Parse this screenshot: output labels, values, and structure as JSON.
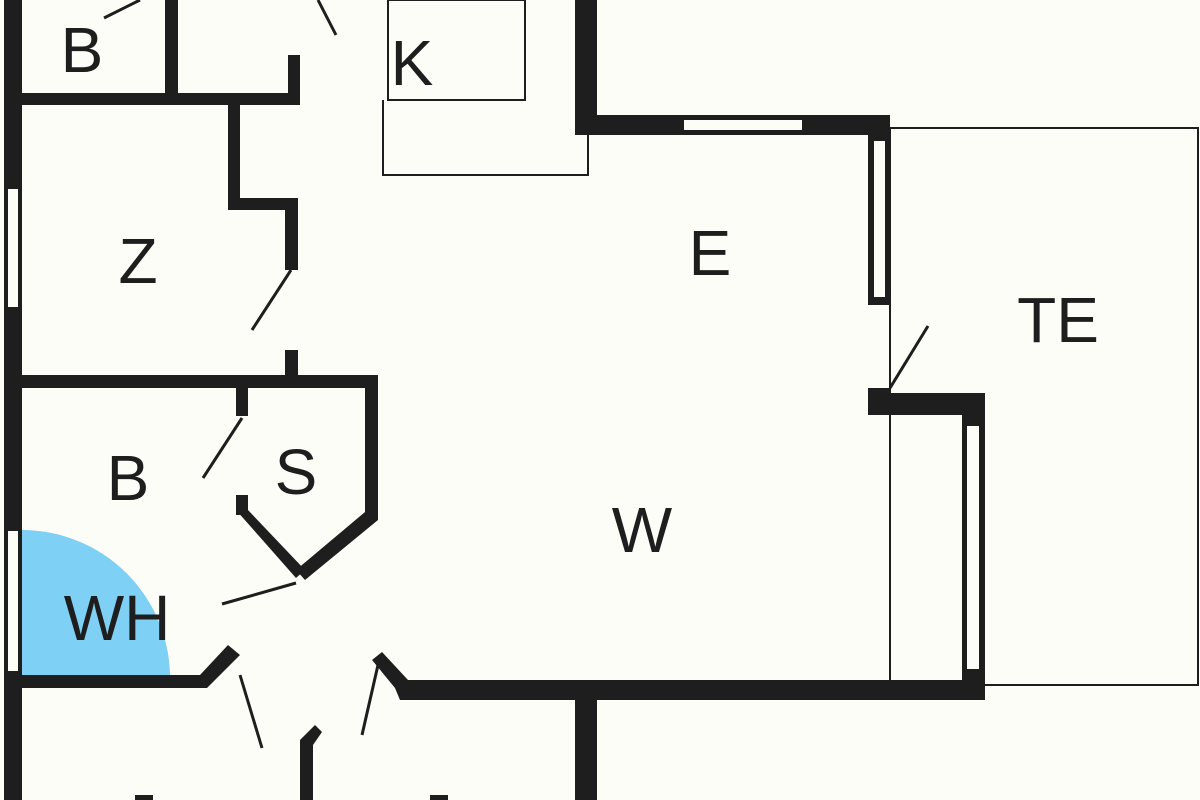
{
  "rooms": {
    "bath_top": "B",
    "kitchen": "K",
    "room_z": "Z",
    "dining": "E",
    "terrace": "TE",
    "bath": "B",
    "storage": "S",
    "living": "W",
    "water_heater": "WH"
  },
  "colors": {
    "wall": "#1e1e1e",
    "background": "#fdfdf8",
    "highlight": "#7fd0f5"
  }
}
